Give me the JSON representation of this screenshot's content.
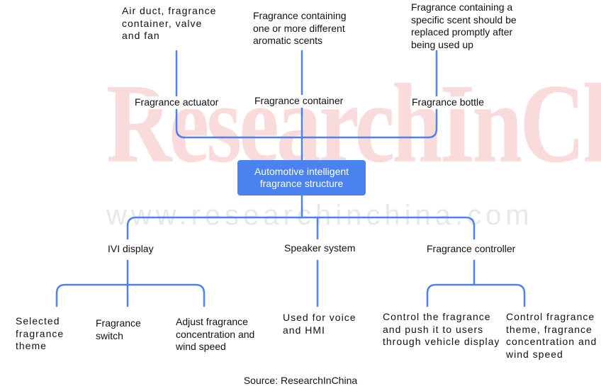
{
  "watermark": {
    "logo_text": "ResearchInChina",
    "url_text": "www.researchinchina.com"
  },
  "center": {
    "label": "Automotive intelligent\nfragrance structure"
  },
  "top": {
    "actuator": {
      "label": "Fragrance actuator",
      "desc": "Air duct, fragrance\ncontainer, valve\nand fan"
    },
    "container": {
      "label": "Fragrance container",
      "desc": "Fragrance containing\none or more different\naromatic scents"
    },
    "bottle": {
      "label": "Fragrance bottle",
      "desc": "Fragrance containing a\nspecific scent should be\nreplaced promptly after\nbeing used up"
    }
  },
  "bottom": {
    "ivi": {
      "label": "IVI display",
      "children": [
        "Selected\nfragrance\ntheme",
        "Fragrance\nswitch",
        "Adjust fragrance\nconcentration and\nwind speed"
      ]
    },
    "speaker": {
      "label": "Speaker system",
      "children": [
        "Used for voice\nand HMI"
      ]
    },
    "controller": {
      "label": "Fragrance controller",
      "children": [
        "Control the fragrance\nand push it to users\nthrough vehicle display",
        "Control fragrance\ntheme, fragrance\nconcentration and\nwind speed"
      ]
    }
  },
  "source": "Source: ResearchInChina",
  "colors": {
    "connector": "#4a83f0",
    "center_box": "#4a83f0",
    "center_text": "#ffffff"
  }
}
